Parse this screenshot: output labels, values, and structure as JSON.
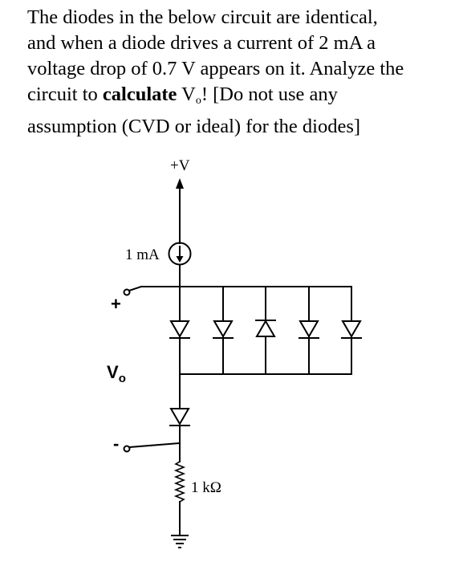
{
  "question": {
    "line1": "The diodes in the below circuit are identical,",
    "line2": "and when a diode drives a current of 2 mA a",
    "line3": "voltage drop of 0.7 V appears on it. Analyze the",
    "line4_pre": "circuit to ",
    "line4_bold": "calculate",
    "line4_v": " V",
    "line4_sub": "o",
    "line4_post": "! [Do not use any",
    "line5": "assumption (CVD or ideal) for the diodes]"
  },
  "circuit": {
    "supply_label": "+V",
    "current_source_label": "1 mA",
    "plus_label": "+",
    "vo_label": "V",
    "vo_sub": "o",
    "minus_label": "-",
    "resistor_label": "1 kΩ"
  }
}
